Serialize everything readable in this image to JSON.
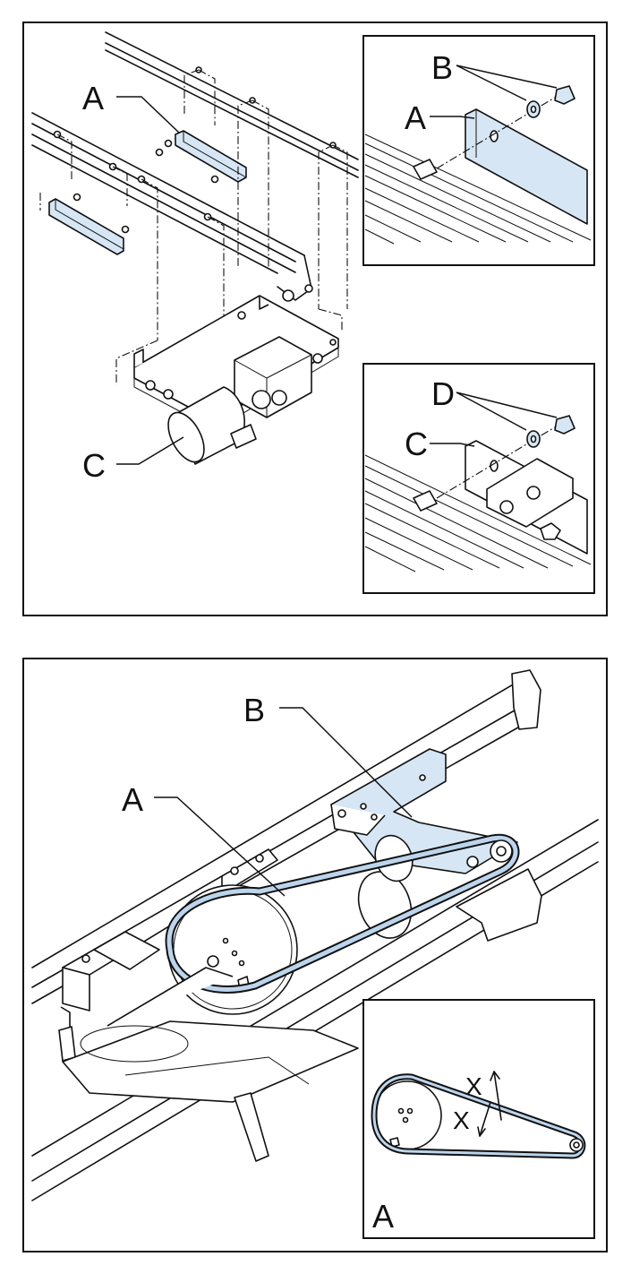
{
  "panel_top": {
    "labels": {
      "main_a": "A",
      "main_c": "C",
      "inset1_b": "B",
      "inset1_a": "A",
      "inset2_d": "D",
      "inset2_c": "C"
    }
  },
  "panel_bottom": {
    "labels": {
      "main_b": "B",
      "main_a": "A",
      "inset_a": "A"
    },
    "tension_marks": [
      "X",
      "X"
    ]
  }
}
